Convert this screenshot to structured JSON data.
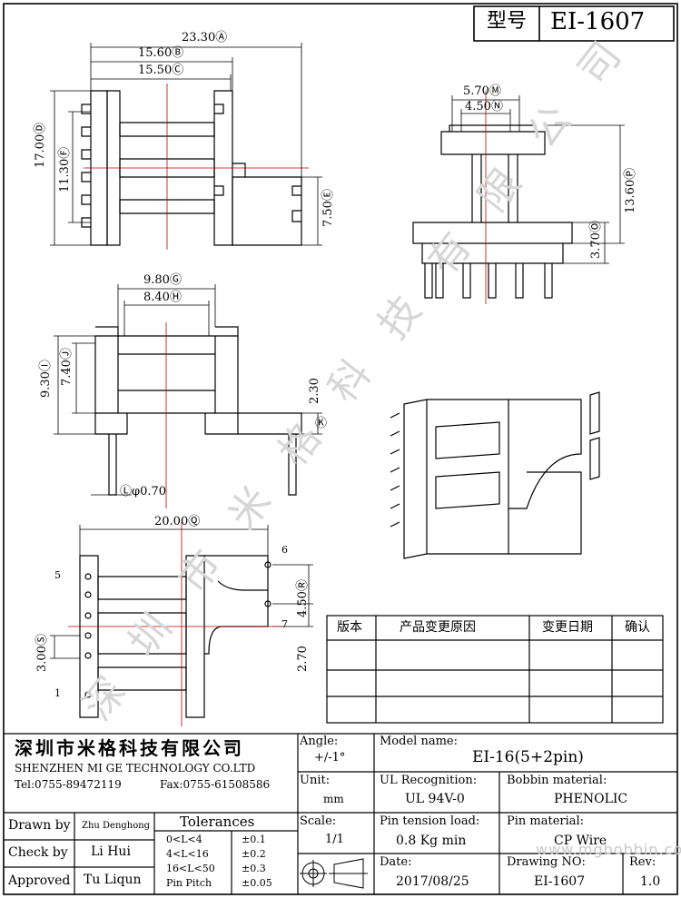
{
  "header": {
    "model_label": "型号",
    "model_value": "EI-1607"
  },
  "dimensions": {
    "d_a": "23.30Ⓐ",
    "d_b": "15.60Ⓑ",
    "d_c": "15.50Ⓒ",
    "d_d": "17.00Ⓓ",
    "d_f": "11.30Ⓕ",
    "d_e": "7.50Ⓔ",
    "d_m": "5.70Ⓜ",
    "d_n": "4.50Ⓝ",
    "d_p": "13.60Ⓟ",
    "d_o": "3.70Ⓞ",
    "d_g": "9.80Ⓖ",
    "d_h": "8.40Ⓗ",
    "d_i": "9.30Ⓘ",
    "d_j": "7.40Ⓙ",
    "d_230": "2.30",
    "d_k": "Ⓚ",
    "d_l": "Ⓛφ0.70",
    "d_q": "20.00Ⓠ",
    "d_r": "4.50Ⓡ",
    "d_s": "3.00Ⓢ",
    "d_270": "2.70"
  },
  "pin_labels": {
    "p5": "5",
    "p1": "1",
    "p6": "6",
    "p7": "7"
  },
  "revision_table": {
    "headers": [
      "版本",
      "产品变更原因",
      "变更日期",
      "确认"
    ],
    "rows": [
      [
        "",
        "",
        "",
        ""
      ],
      [
        "",
        "",
        "",
        ""
      ],
      [
        "",
        "",
        "",
        ""
      ]
    ]
  },
  "watermark": {
    "chars": [
      "深",
      "圳",
      "市",
      "米",
      "格",
      "科",
      "技",
      "有",
      "限",
      "公",
      "司"
    ],
    "url": "www.mgbobbin.com"
  },
  "title_block": {
    "company_cn": "深圳市米格科技有限公司",
    "company_en": "SHENZHEN  MI GE TECHNOLOGY  CO.LTD",
    "tel": "Tel:0755-89472119",
    "fax": "Fax:0755-61508586",
    "angle_label": "Angle:",
    "angle_value": "+/-1°",
    "unit_label": "Unit:",
    "unit_value": "mm",
    "scale_label": "Scale:",
    "scale_value": "1/1",
    "model_name_label": "Model name:",
    "model_name_value": "EI-16(5+2pin)",
    "ul_label": "UL Recognition:",
    "ul_value": "UL 94V-0",
    "bobbin_label": "Bobbin material:",
    "bobbin_value": "PHENOLIC",
    "pin_tension_label": "Pin tension load:",
    "pin_tension_value": "0.8 Kg min",
    "pin_material_label": "Pin material:",
    "pin_material_value": "CP Wire",
    "date_label": "Date:",
    "date_value": "2017/08/25",
    "drawing_no_label": "Drawing NO:",
    "drawing_no_value": "EI-1607",
    "rev_label": "Rev:",
    "rev_value": "1.0",
    "drawn_by_label": "Drawn by",
    "drawn_by_value": "Zhu Denghong",
    "check_by_label": "Check by",
    "check_by_value": "Li Hui",
    "approved_label": "Approved",
    "approved_value": "Tu Liqun",
    "tolerances_title": "Tolerances",
    "tolerances": [
      {
        "range": "0<L<4",
        "value": "±0.1"
      },
      {
        "range": "4<L<16",
        "value": "±0.2"
      },
      {
        "range": "16<L<50",
        "value": "±0.3"
      },
      {
        "range": "Pin Pitch",
        "value": "±0.05"
      }
    ]
  }
}
